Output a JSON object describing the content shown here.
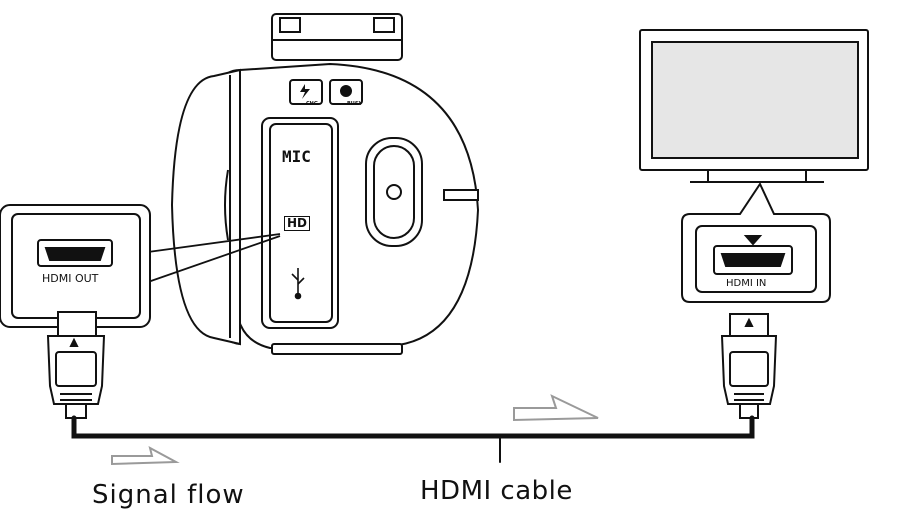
{
  "labels": {
    "signal_flow": "Signal flow",
    "hdmi_cable": "HDMI cable",
    "hdmi_out": "HDMI OUT",
    "hdmi_in": "HDMI IN",
    "mic": "MIC",
    "hd": "HD",
    "chg": "CHG",
    "busy": "BUSY"
  },
  "colors": {
    "line": "#111111",
    "device_fill": "#ffffff",
    "screen_fill": "#e6e6e6",
    "arrow_outline": "#9a9a9a"
  },
  "icons": [
    "camcorder-icon",
    "tv-icon",
    "hdmi-plug-icon",
    "usb-icon",
    "flash-icon",
    "record-icon",
    "signal-arrow-icon"
  ]
}
